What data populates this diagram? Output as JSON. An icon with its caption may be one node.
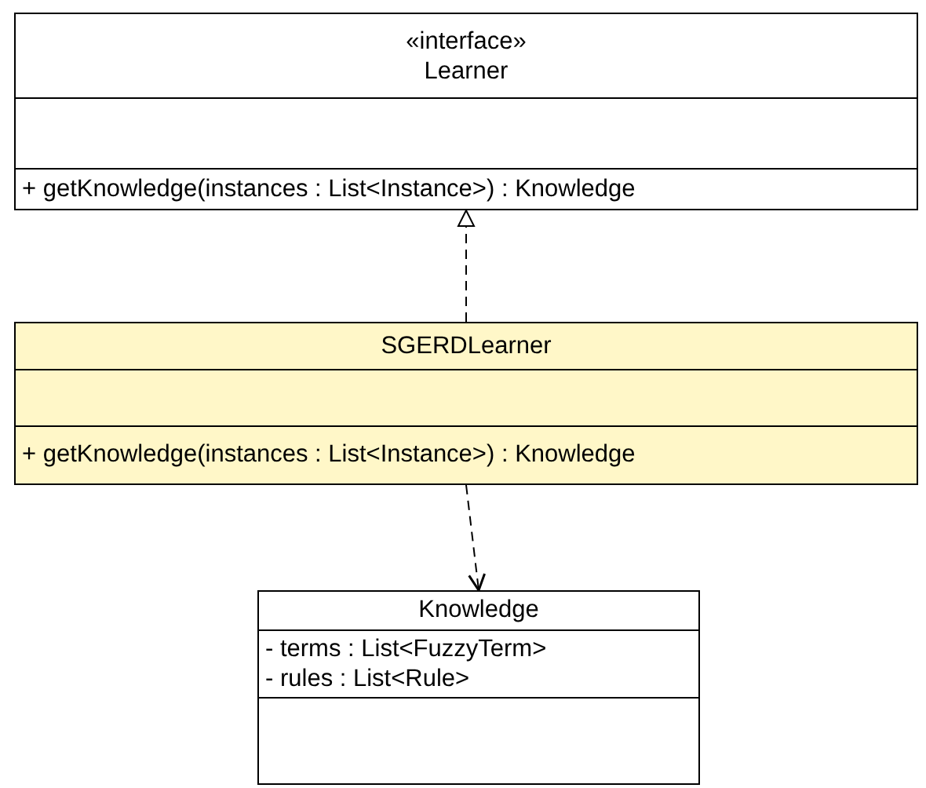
{
  "diagram": {
    "nodes": [
      {
        "text": [
          "«interface»",
          "Learner",
          "+ getKnowledge(instances : List<Instance>) : Knowledge"
        ]
      },
      {
        "text": [
          "SGERDLearner",
          "+ getKnowledge(instances : List<Instance>) : Knowledge"
        ]
      },
      {
        "text": [
          "Knowledge",
          "- terms : List<FuzzyTerm>",
          "- rules : List<Rule>"
        ]
      }
    ],
    "edges": [
      {
        "from": 1,
        "to": 0,
        "arrow": "to",
        "style": "dashed"
      },
      {
        "from": 1,
        "to": 2,
        "arrow": "to",
        "style": "dashed"
      }
    ]
  }
}
